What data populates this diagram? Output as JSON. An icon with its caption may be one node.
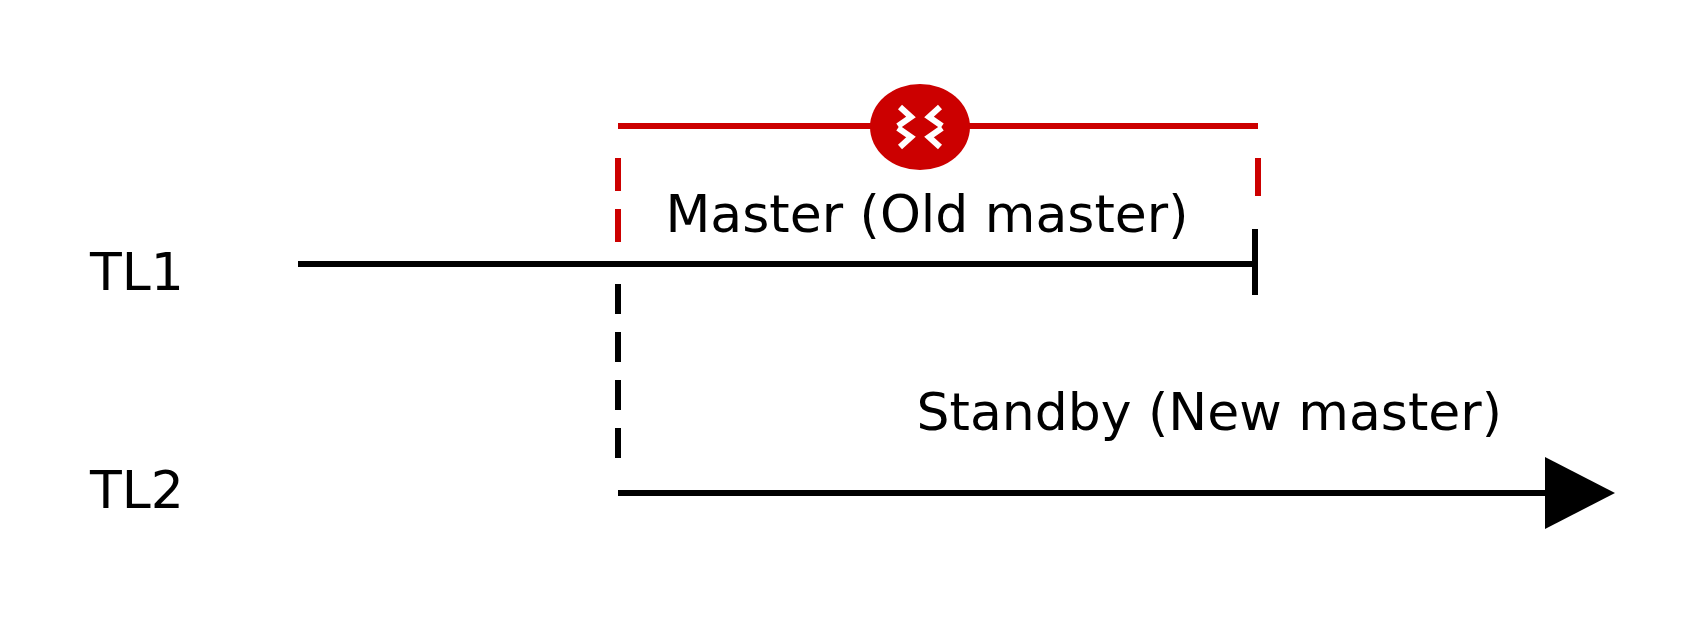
{
  "diagram": {
    "labels": [
      "Master (Old master)",
      "TL1",
      "Standby (New master)",
      "TL2"
    ]
  }
}
